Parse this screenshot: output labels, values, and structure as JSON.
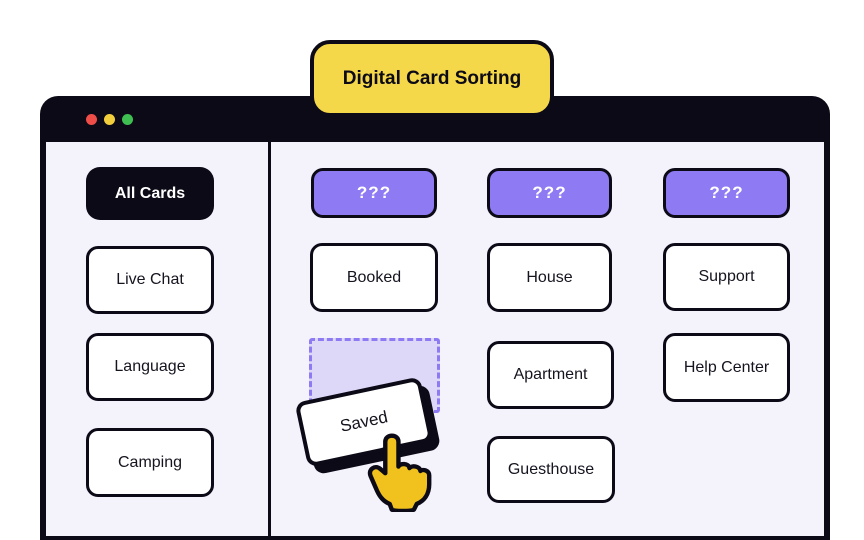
{
  "title_badge": {
    "label": "Digital Card Sorting"
  },
  "window": {
    "traffic_lights": [
      {
        "name": "close",
        "color": "#ef4e48"
      },
      {
        "name": "minimize",
        "color": "#f2ce3c"
      },
      {
        "name": "maximize",
        "color": "#3fbf52"
      }
    ],
    "sidebar": {
      "items": [
        {
          "label": "All Cards",
          "active": true
        },
        {
          "label": "Live Chat",
          "active": false
        },
        {
          "label": "Language",
          "active": false
        },
        {
          "label": "Camping",
          "active": false
        }
      ]
    },
    "board": {
      "columns": [
        {
          "header": "???",
          "cards": [
            "Booked"
          ],
          "has_dropzone": true
        },
        {
          "header": "???",
          "cards": [
            "House",
            "Apartment",
            "Guesthouse"
          ],
          "has_dropzone": false
        },
        {
          "header": "???",
          "cards": [
            "Support",
            "Help Center"
          ],
          "has_dropzone": false
        }
      ],
      "dragging_card": {
        "label": "Saved",
        "state": "dragging"
      }
    }
  },
  "colors": {
    "ink": "#0b0a16",
    "panel_bg": "#f4f2fb",
    "accent_purple": "#8e7bf3",
    "dropzone_bg": "#ded8f8",
    "badge_yellow": "#f5d74a",
    "hand_yellow": "#f1c21e",
    "dot_red": "#ef4e48",
    "dot_yellow": "#f2ce3c",
    "dot_green": "#3fbf52"
  }
}
